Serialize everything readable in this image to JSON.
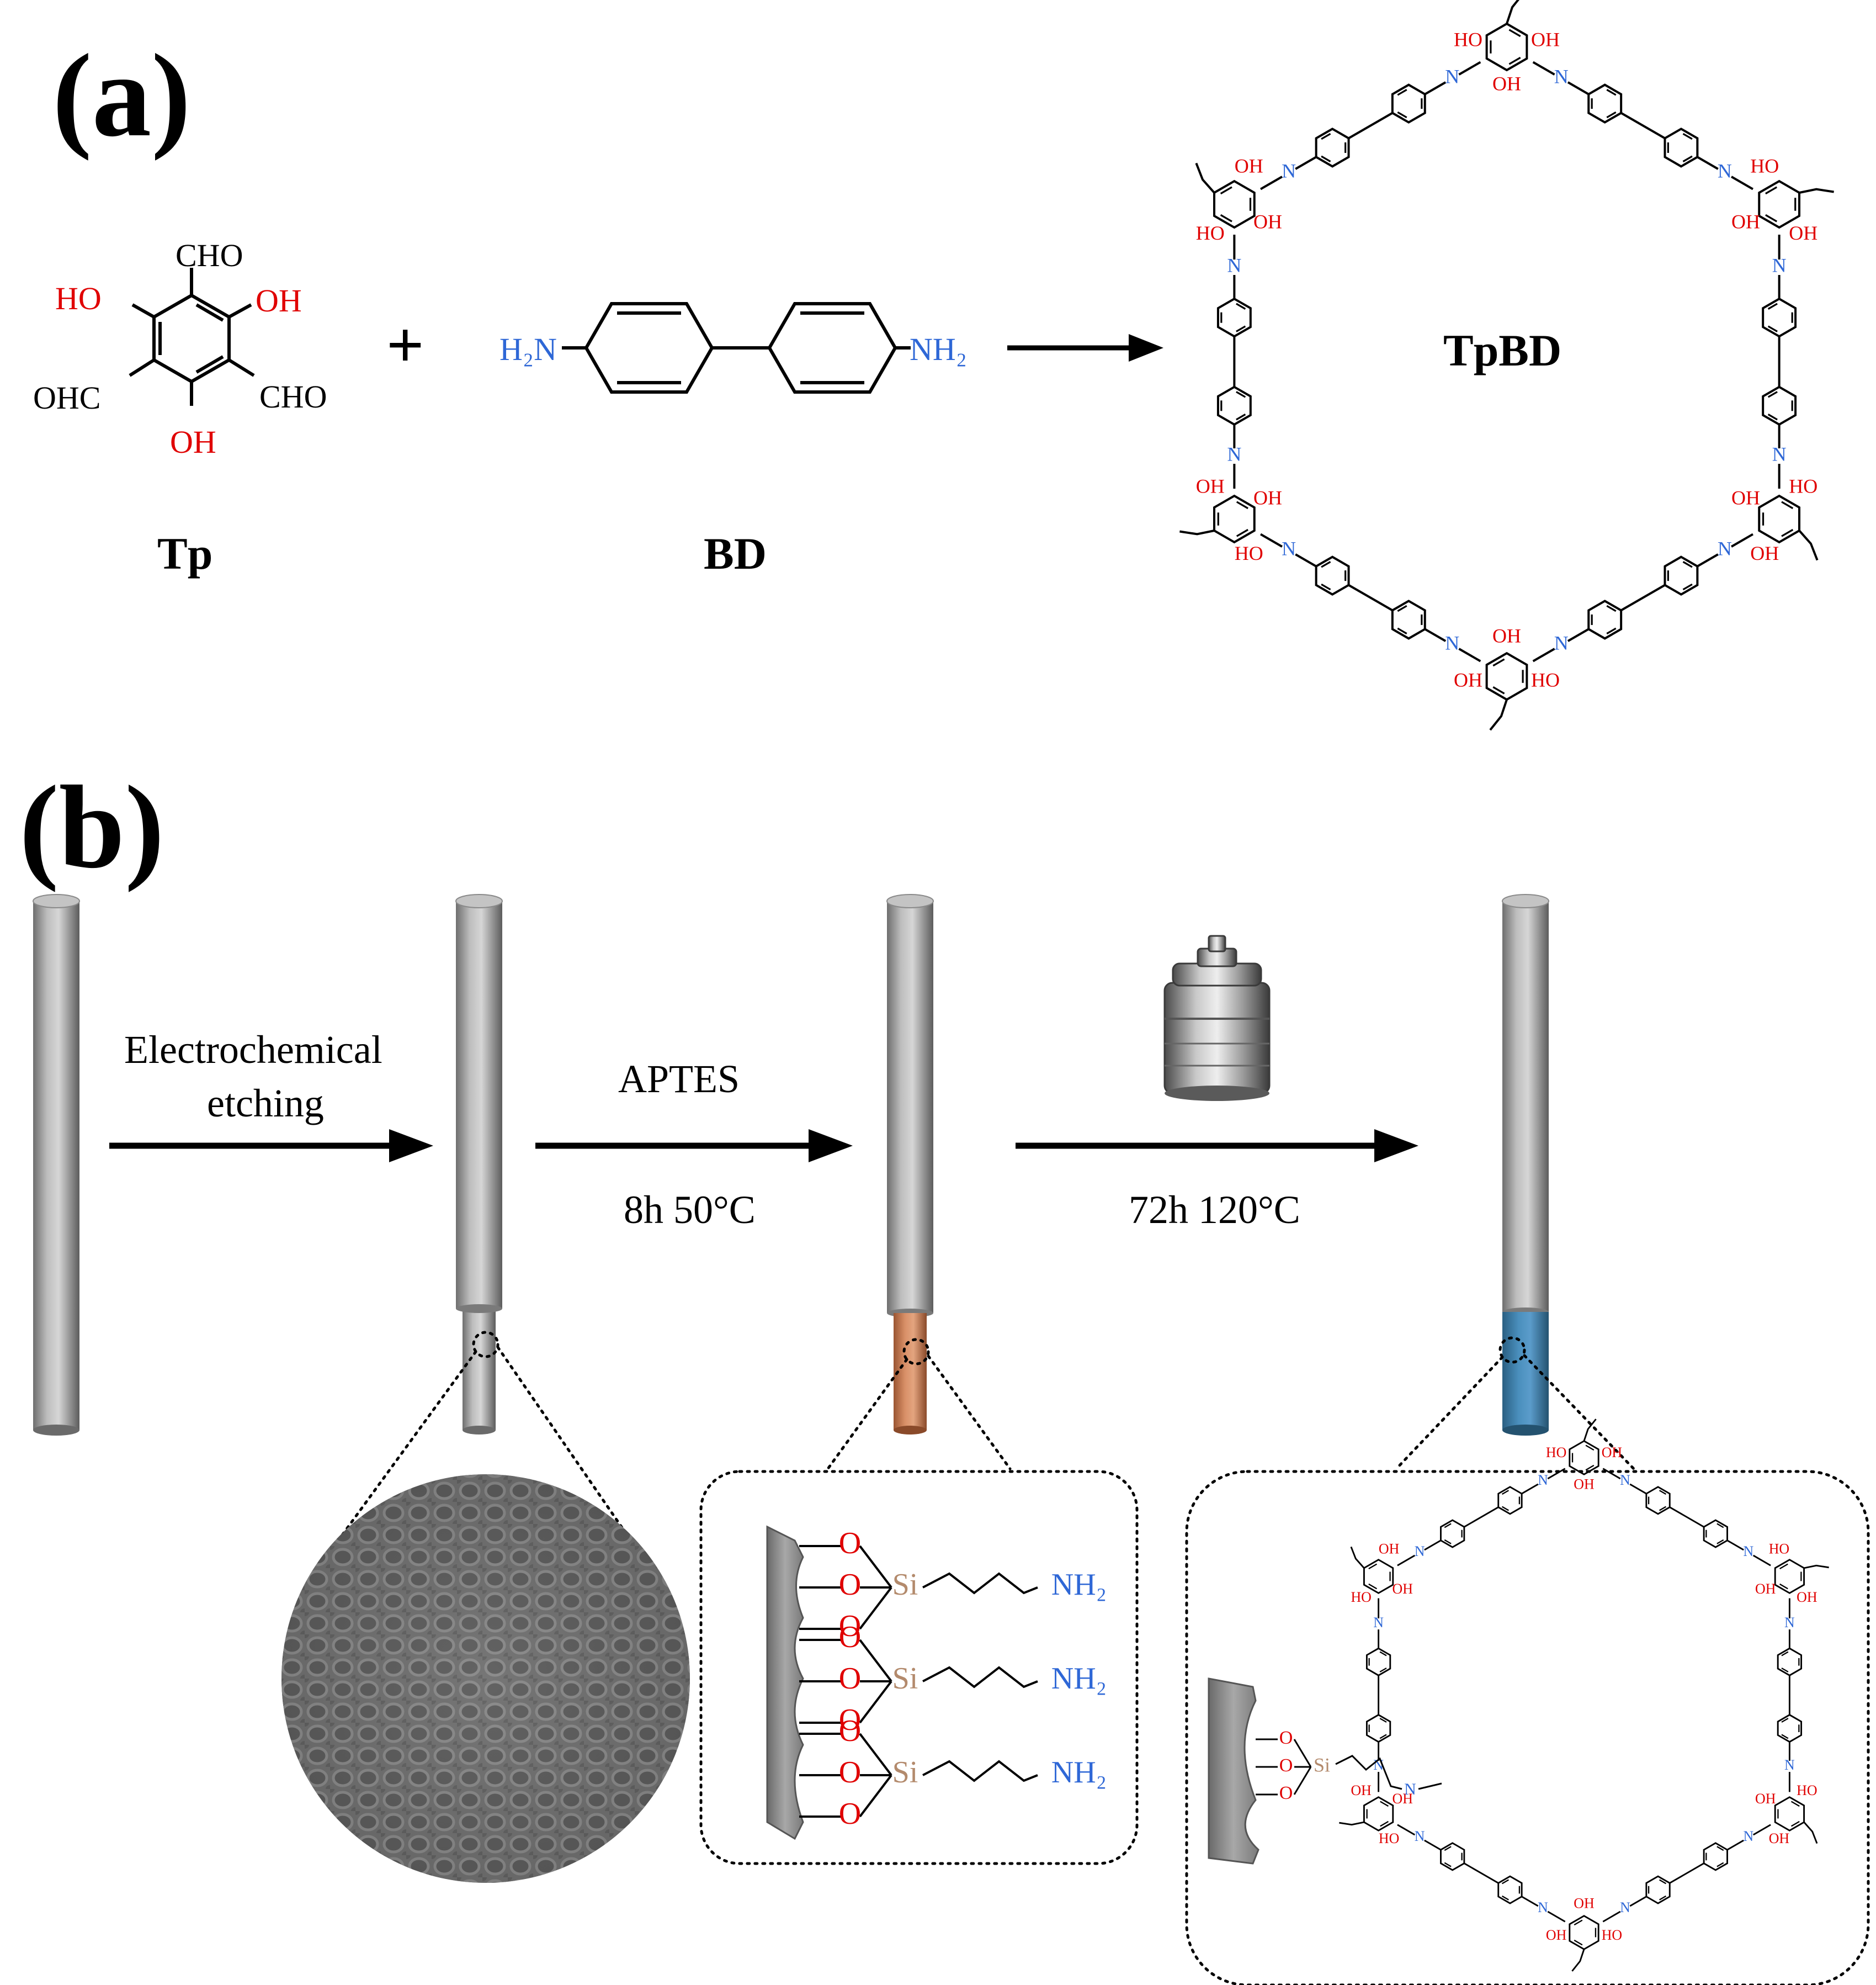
{
  "panel_a": {
    "label": "(a)",
    "plus": "+",
    "tp": {
      "name": "Tp",
      "cho_top": "CHO",
      "oh_left": "HO",
      "oh_right": "OH",
      "cho_left": "OHC",
      "cho_right": "CHO",
      "oh_bottom": "OH"
    },
    "bd": {
      "name": "BD",
      "nh2_left": "H₂N",
      "nh2_right": "NH₂"
    },
    "product": {
      "name": "TpBD",
      "oh": "OH",
      "ho": "HO",
      "n": "N"
    }
  },
  "panel_b": {
    "label": "(b)",
    "step1_line1": "Electrochemical",
    "step1_line2": "etching",
    "step2_top": "APTES",
    "step2_bottom": "8h 50°C",
    "step3_bottom": "72h 120°C",
    "aptes": {
      "o": "O",
      "si": "Si",
      "nh2": "NH₂"
    },
    "colors": {
      "rod_gray": "#9a9a9a",
      "copper": "#c87a4e",
      "blue": "#3e7fa8",
      "red": "#e00000",
      "n_blue": "#2e67d6",
      "si_tan": "#b38a6c"
    }
  }
}
